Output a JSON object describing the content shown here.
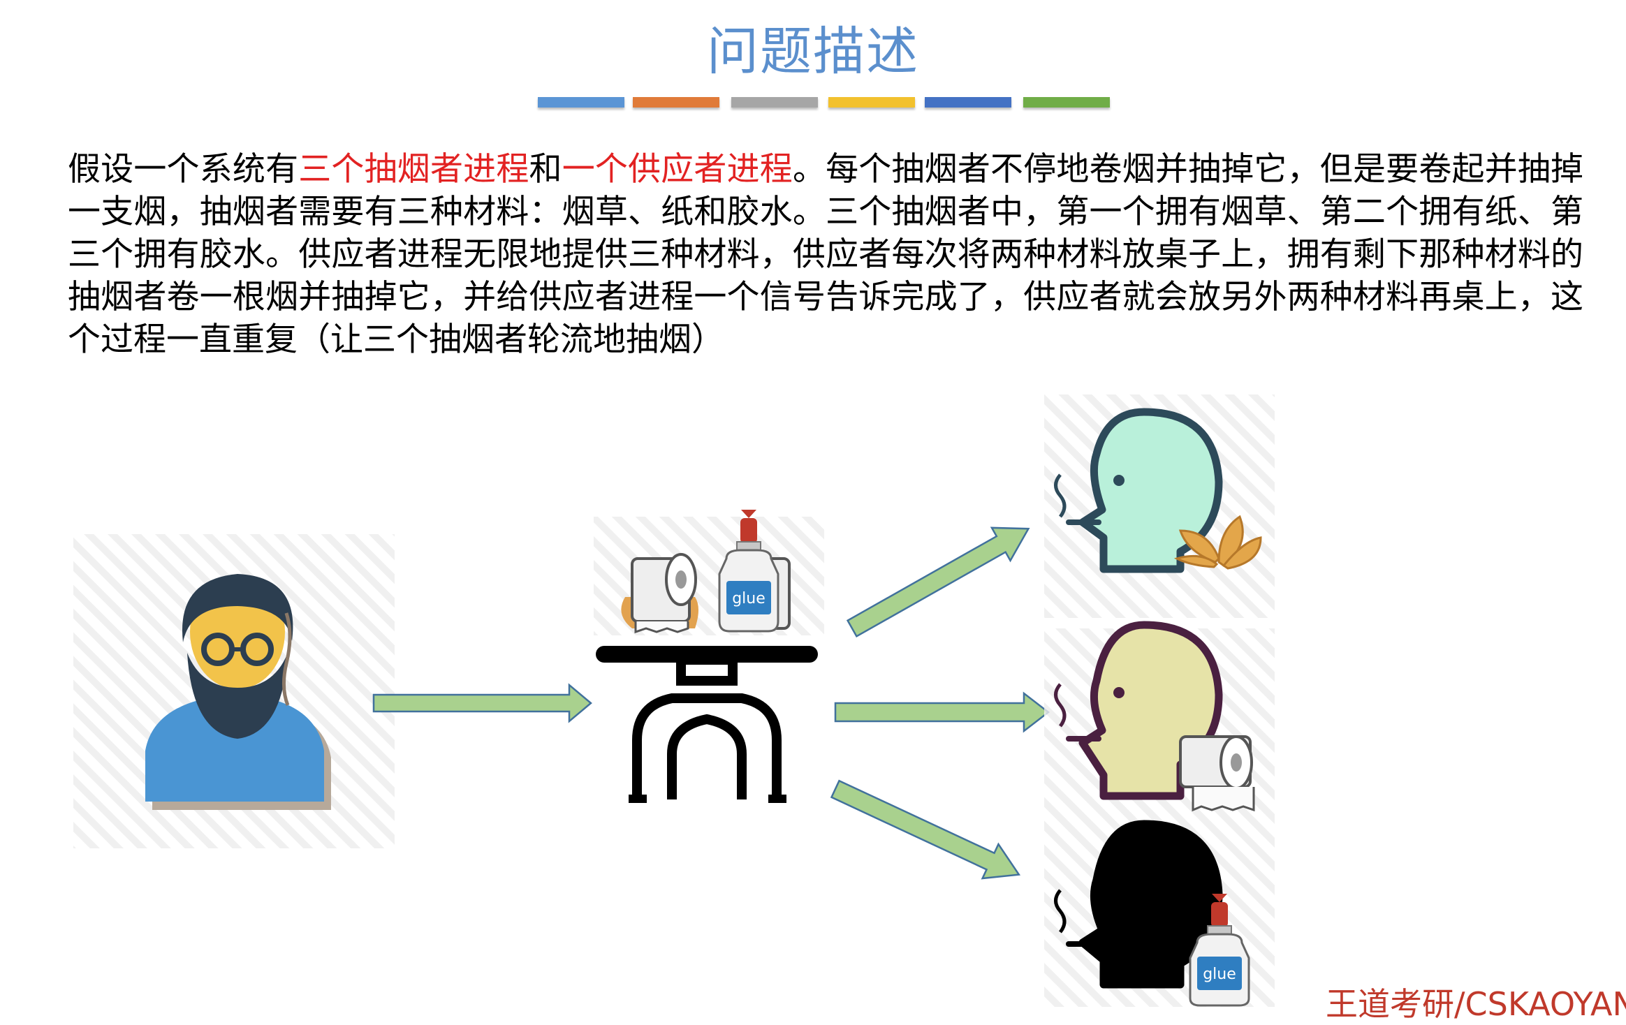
{
  "title": "问题描述",
  "palette": [
    "#5b95d5",
    "#e07b39",
    "#a6a6a6",
    "#f2c12e",
    "#4472c4",
    "#70ad47"
  ],
  "description": {
    "p1": "假设一个系统有",
    "h1": "三个抽烟者进程",
    "p2": "和",
    "h2": "一个供应者进程",
    "p3": "。每个抽烟者不停地卷烟并抽掉它，但是要卷起并抽掉一支烟，抽烟者需要有三种材料：烟草、纸和胶水。三个抽烟者中，第一个拥有烟草、第二个拥有纸、第三个拥有胶水。供应者进程无限地提供三种材料，供应者每次将两种材料放桌子上，拥有剩下那种材料的抽烟者卷一根烟并抽掉它，并给供应者进程一个信号告诉完成了，供应者就会放另外两种材料再桌上，这个过程一直重复（让三个抽烟者轮流地抽烟）"
  },
  "glue_label": "glue",
  "footer": "王道考研/CSKAOYAN",
  "icons": {
    "supplier": "bearded-man-icon",
    "table": "table-icon",
    "paper": "toilet-paper-icon",
    "glue": "glue-bottle-icon",
    "tobacco": "tobacco-leaf-icon",
    "smoker": "smoker-head-icon"
  },
  "colors": {
    "title": "#5b8fcd",
    "highlight": "#e22222",
    "arrow_fill": "#a9d18e",
    "arrow_stroke": "#41719c",
    "smoker1": "#b9f0da",
    "smoker2": "#e6e3a8",
    "smoker3": "#000000",
    "footer": "#c0392b"
  }
}
